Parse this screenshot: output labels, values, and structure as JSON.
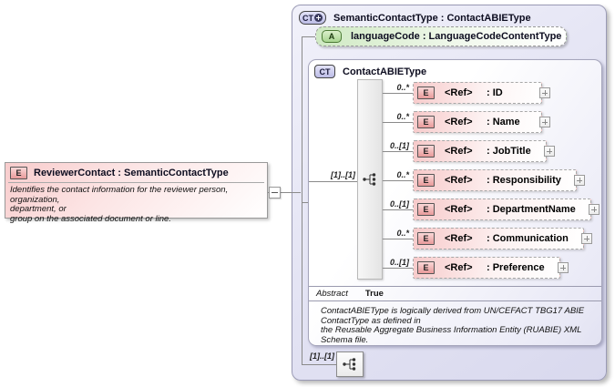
{
  "icons": {
    "element": "E",
    "attribute": "A",
    "complex_type": "CT"
  },
  "reviewer_element": {
    "title": "ReviewerContact : SemanticContactType",
    "annotation": "Identifies the contact information for the reviewer person, organization,\ndepartment, or\ngroup on the associated document or line."
  },
  "semantic_contact_type": {
    "title": "SemanticContactType : ContactABIEType",
    "language_code_attribute": {
      "label": "languageCode : LanguageCodeContentType"
    },
    "contact_abie_type": {
      "title": "ContactABIEType",
      "sequence_cardinality": "[1]..[1]",
      "elements": [
        {
          "cardinality": "0..*",
          "ref": "<Ref>",
          "name": ": ID"
        },
        {
          "cardinality": "0..*",
          "ref": "<Ref>",
          "name": ": Name"
        },
        {
          "cardinality": "0..[1]",
          "ref": "<Ref>",
          "name": ": JobTitle"
        },
        {
          "cardinality": "0..*",
          "ref": "<Ref>",
          "name": ": Responsibility"
        },
        {
          "cardinality": "0..[1]",
          "ref": "<Ref>",
          "name": ": DepartmentName"
        },
        {
          "cardinality": "0..*",
          "ref": "<Ref>",
          "name": ": Communication"
        },
        {
          "cardinality": "0..[1]",
          "ref": "<Ref>",
          "name": ": Preference"
        }
      ],
      "abstract_property": {
        "name": "Abstract",
        "value": "True"
      },
      "annotation": "ContactABIEType is logically derived from UN/CEFACT TBG17 ABIE\nContactType as defined in\nthe Reusable Aggregate Business Information Entity (RUABIE) XML\nSchema file."
    },
    "bottom_sequence_cardinality": "[1]..[1]"
  },
  "colors": {
    "panel_fill": "#e2e2f3",
    "element_fill": "#f7caca",
    "attribute_fill": "#cfe9c3",
    "line": "#8a8a8a"
  }
}
